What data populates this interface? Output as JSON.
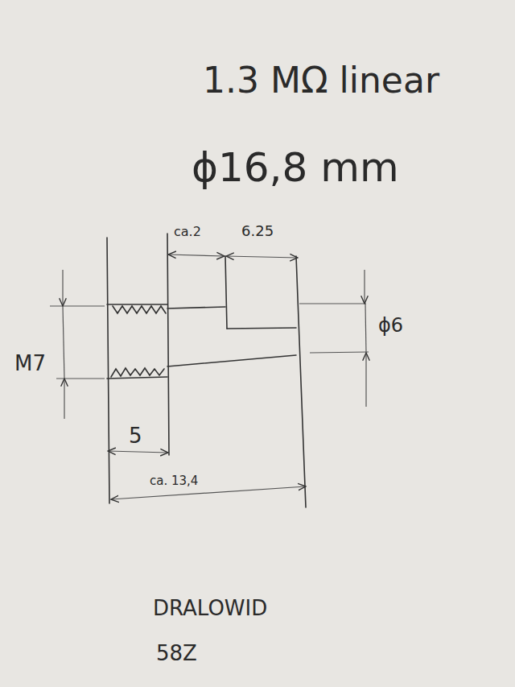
{
  "diagram": {
    "labels": [
      "1.3 MΩ linear",
      "ϕ16,8 mm",
      "ca.2",
      "6.25",
      "ϕ6",
      "M7",
      "5",
      "ca. 13,4",
      "DRALOWID",
      "58Z"
    ]
  }
}
